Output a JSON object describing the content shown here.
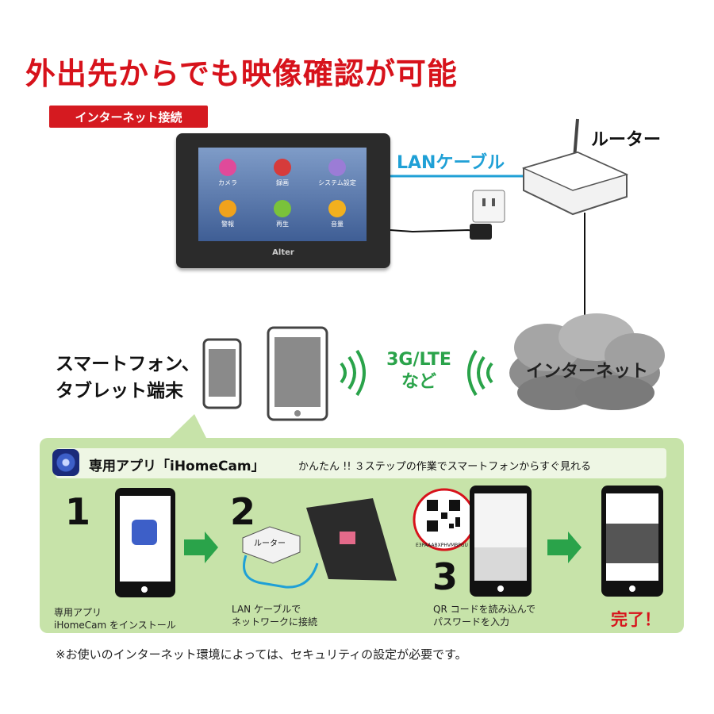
{
  "title": "外出先からでも映像確認が可能",
  "tag": "インターネット接続",
  "monitor": {
    "brand": "Alter",
    "apps": [
      {
        "label": "カメラ",
        "icon": "camera-icon"
      },
      {
        "label": "録画",
        "icon": "record-icon"
      },
      {
        "label": "システム設定",
        "icon": "gear-icon"
      },
      {
        "label": "警報",
        "icon": "bell-icon"
      },
      {
        "label": "再生",
        "icon": "play-icon"
      },
      {
        "label": "音量",
        "icon": "volume-icon"
      }
    ]
  },
  "lan_label": "LANケーブル",
  "router_label": "ルーター",
  "devices_label": [
    "スマートフォン、",
    "タブレット端末"
  ],
  "network_label": [
    "3G/LTE",
    "など"
  ],
  "cloud_label": "インターネット",
  "panel": {
    "app_title": "専用アプリ「iHomeCam」",
    "subtitle": "かんたん !! ３ステップの作業でスマートフォンからすぐ見れる",
    "steps": [
      {
        "num": "1",
        "caption": [
          "専用アプリ",
          "iHomeCam をインストール"
        ]
      },
      {
        "num": "2",
        "caption": [
          "LAN ケーブルで",
          "ネットワークに接続"
        ],
        "router_box": "ルーター"
      },
      {
        "num": "3",
        "caption": [
          "QR コードを読み込んで",
          "パスワードを入力"
        ],
        "qr_code_text": "E3PAAABXPHVMBPGU"
      }
    ],
    "done": "完了！"
  },
  "note": "※お使いのインターネット環境によっては、セキュリティの設定が必要です。",
  "colors": {
    "red": "#d7121b",
    "blue": "#1fa0d6",
    "green": "#2aa34a",
    "panel": "#c7e3a9"
  }
}
